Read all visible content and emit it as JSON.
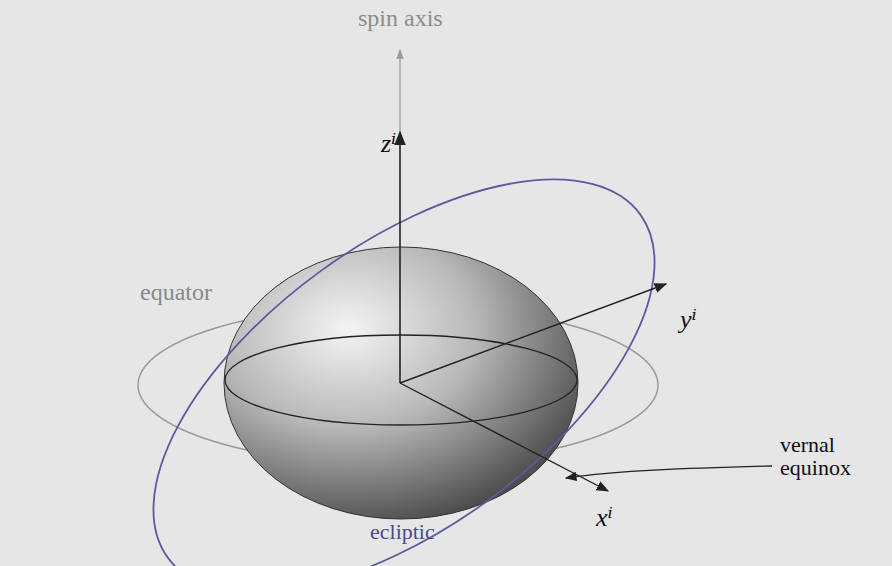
{
  "diagram": {
    "labels": [
      "spin axis",
      "zⁱ",
      "equator",
      "yⁱ",
      "ecliptic",
      "xⁱ",
      "vernal equinox"
    ]
  }
}
